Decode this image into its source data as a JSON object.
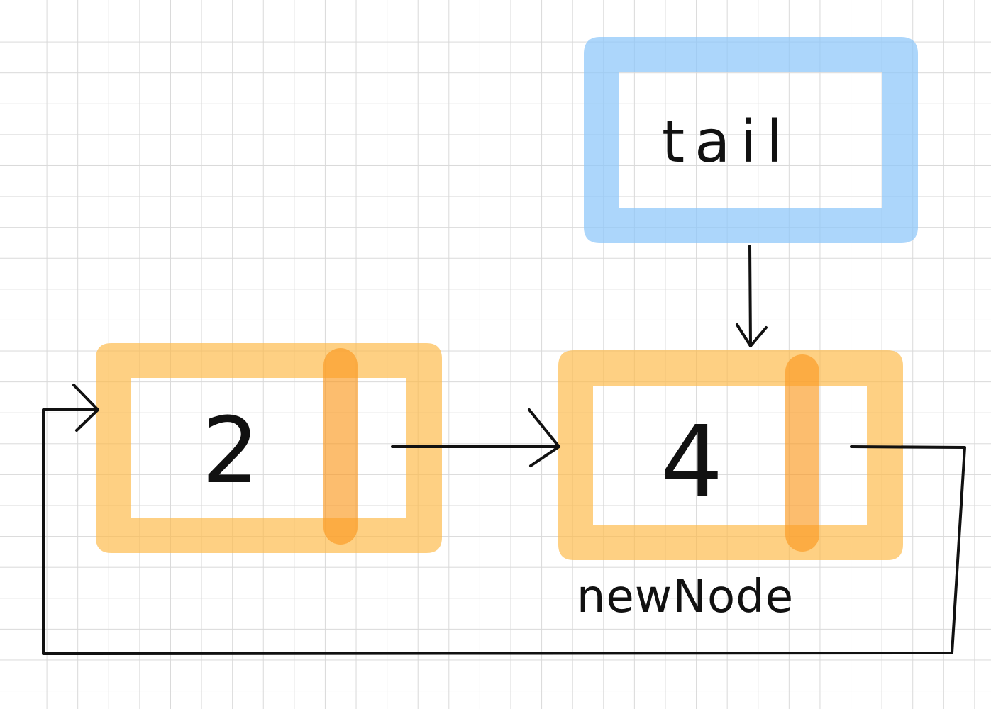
{
  "diagram": {
    "pointer_label": "tail",
    "nodes": [
      {
        "value": "2",
        "caption": ""
      },
      {
        "value": "4",
        "caption": "newNode"
      }
    ]
  },
  "colors": {
    "node_fill": "#fdb948",
    "node_divider": "#fb9a22",
    "pointer_fill": "#8cc6fa",
    "ink": "#111111",
    "grid": "#d9d9d9"
  }
}
